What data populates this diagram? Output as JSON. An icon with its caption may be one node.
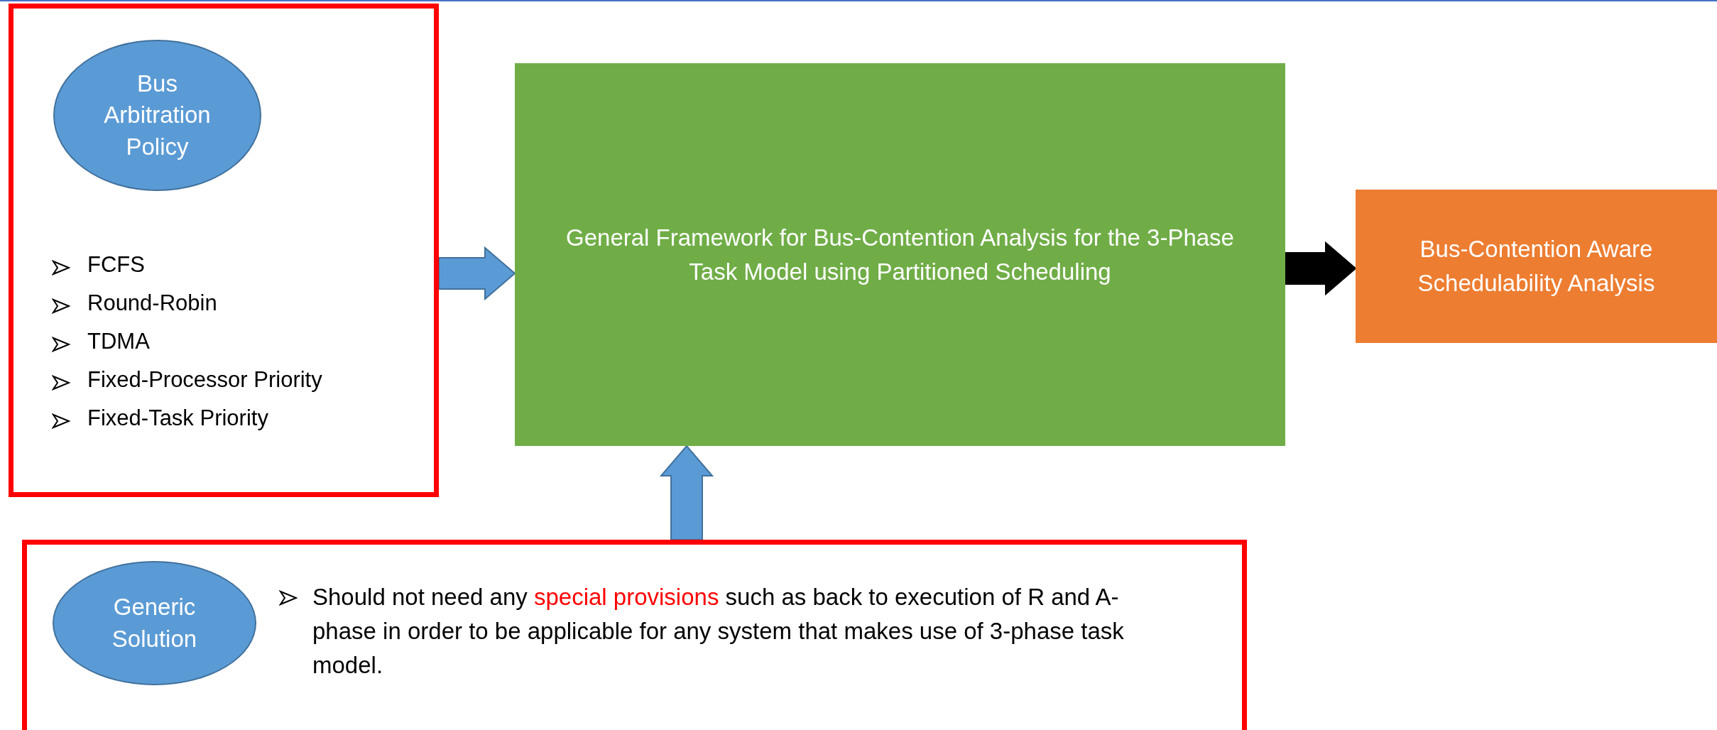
{
  "diagram": {
    "nodes": [
      {
        "text": [
          "FCFS",
          "Round-Robin",
          "TDMA",
          "Fixed-Processor Priority",
          "Fixed-Task Priority"
        ]
      },
      {
        "text": [
          "Bus Arbitration Policy"
        ],
        "in": 0
      },
      {
        "text": [
          "General Framework for Bus-Contention Analysis for the 3-Phase Task Model using Partitioned Scheduling"
        ]
      },
      {
        "text": [
          "Bus-Contention Aware Schedulability Analysis"
        ]
      },
      {
        "text": [
          "Should not need any **special provisions** such as back to execution of R and A-phase in order to be applicable for any system that makes use of 3-phase task model."
        ]
      },
      {
        "text": [
          "Generic Solution"
        ],
        "in": 4
      }
    ],
    "edges": [
      {
        "from": 0,
        "to": 2,
        "arrow": "to"
      },
      {
        "from": 2,
        "to": 3,
        "arrow": "to",
        "color": "#000000"
      },
      {
        "from": 4,
        "to": 2,
        "arrow": "to"
      }
    ]
  }
}
